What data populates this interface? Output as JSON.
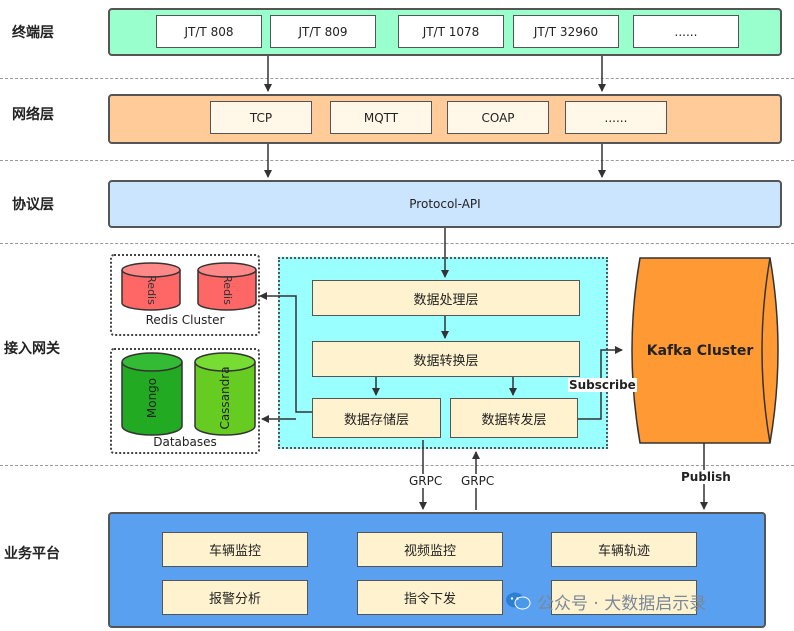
{
  "layers": {
    "terminal": "终端层",
    "network": "网络层",
    "protocol": "协议层",
    "gateway": "接入网关",
    "business": "业务平台"
  },
  "terminal_items": [
    "JT/T 808",
    "JT/T 809",
    "JT/T 1078",
    "JT/T 32960",
    "......"
  ],
  "network_items": [
    "TCP",
    "MQTT",
    "COAP",
    "......"
  ],
  "protocol_api": "Protocol-API",
  "redis": {
    "node_label": "Redis",
    "cluster_label": "Redis Cluster"
  },
  "databases": {
    "mongo": "Mongo",
    "cassandra": "Cassandra",
    "caption": "Databases"
  },
  "processing": {
    "process": "数据处理层",
    "convert": "数据转换层",
    "store": "数据存储层",
    "forward": "数据转发层"
  },
  "kafka": "Kafka Cluster",
  "edges": {
    "subscribe": "Subscribe",
    "grpc_left": "GRPC",
    "grpc_right": "GRPC",
    "publish": "Publish"
  },
  "services": {
    "vehicle_monitor": "车辆监控",
    "video_monitor": "视频监控",
    "vehicle_track": "车辆轨迹",
    "alarm_analysis": "报警分析",
    "command_dispatch": "指令下发"
  },
  "watermark": "公众号 · 大数据启示录",
  "colors": {
    "terminal": "#99ffcc",
    "network": "#ffcc99",
    "protocol": "#cce5ff",
    "gateway": "#99ffff",
    "business": "#5aa0f0",
    "redis": "#ff6666",
    "mongo": "#22aa22",
    "cassandra": "#66cc22",
    "kafka": "#ff9933"
  }
}
